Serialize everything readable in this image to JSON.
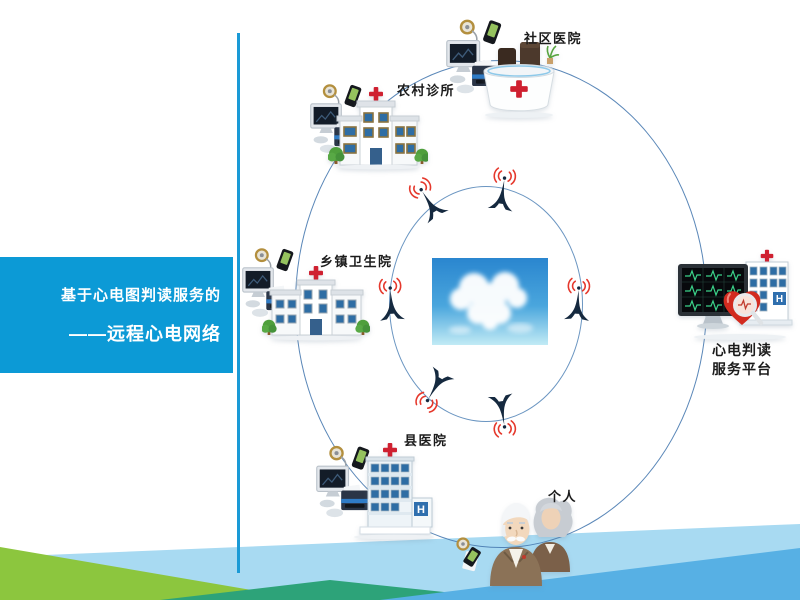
{
  "banner": {
    "line1": "基于心电图判读服务的",
    "line2": "——远程心电网络"
  },
  "nodes": {
    "community_hospital": {
      "label": "社区医院"
    },
    "rural_clinic": {
      "label": "农村诊所"
    },
    "township_health_center": {
      "label": "乡镇卫生院"
    },
    "county_hospital": {
      "label": "县医院"
    },
    "individual": {
      "label": "个人"
    },
    "platform": {
      "line1": "心电判读",
      "line2": "服务平台"
    }
  },
  "icons": {
    "h_badge": "H",
    "antenna": "signal-tower",
    "center": "heart-shaped-cloud-photo",
    "equipment": "ecg-computer-equipment"
  },
  "colors": {
    "banner_blue": "#0c9ad6",
    "divider_blue": "#1a9ad6",
    "circle_stroke": "#487ab0",
    "antenna_navy": "#15293f",
    "signal_red": "#e5382c",
    "cross_red": "#cf2030",
    "window_blue": "#2e6da4",
    "band_light_green": "#8cc63e",
    "band_teal": "#2da379",
    "band_light_blue": "#a8daf2",
    "band_medium_blue": "#57b0e4",
    "ecg_trace_green": "#3bd289"
  }
}
